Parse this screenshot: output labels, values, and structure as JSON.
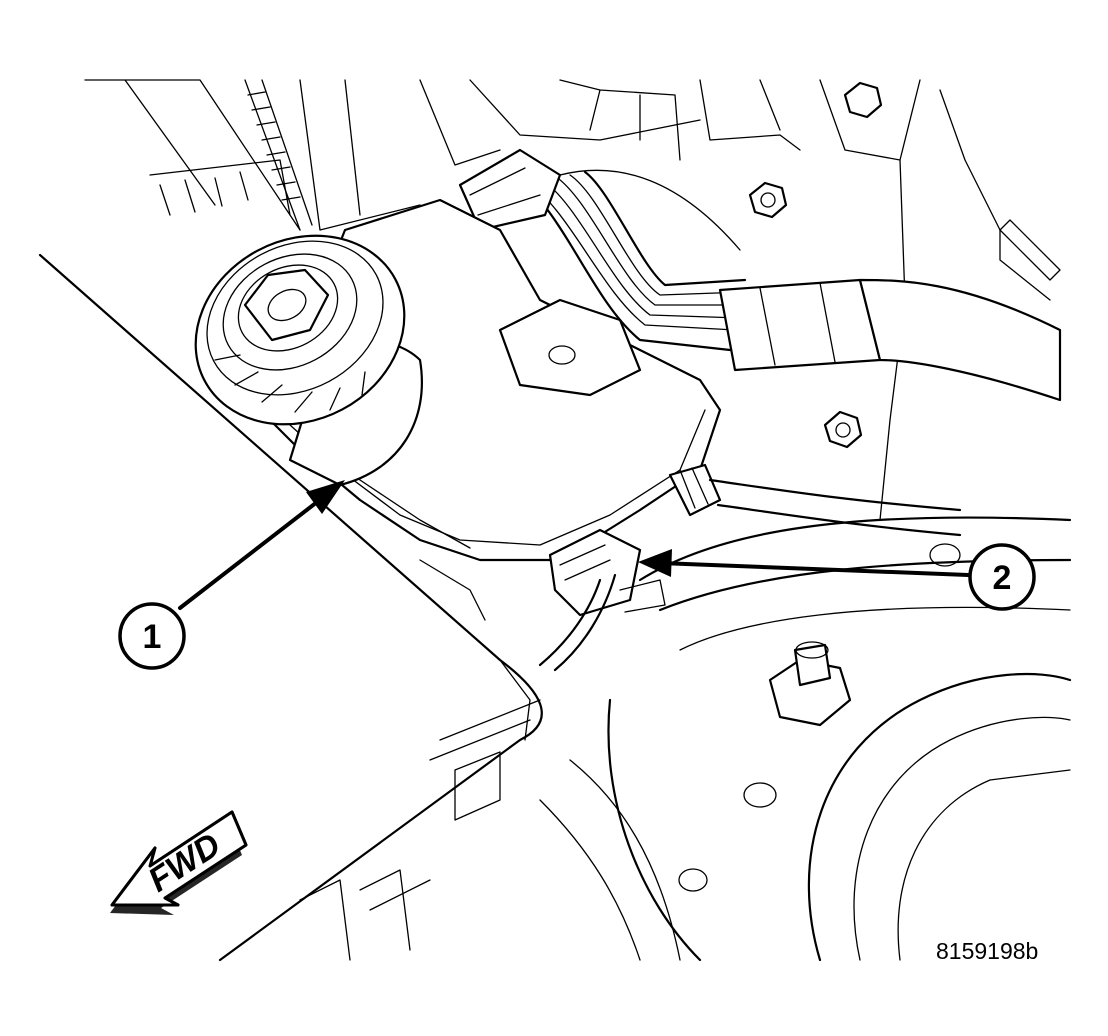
{
  "figure": {
    "id": "8159198b"
  },
  "callouts": [
    {
      "label": "1"
    },
    {
      "label": "2"
    }
  ],
  "direction_indicator": {
    "label": "FWD"
  }
}
